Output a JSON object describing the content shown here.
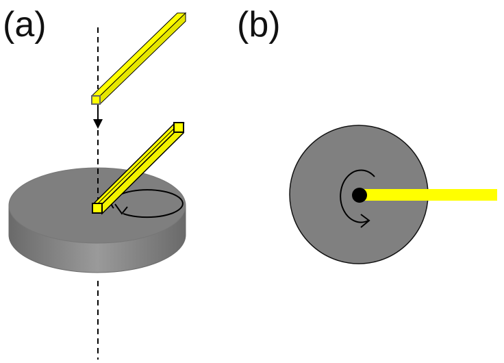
{
  "panels": {
    "a": {
      "label": "(a)"
    },
    "b": {
      "label": "(b)"
    }
  },
  "colors": {
    "disk_top": "#7f7f7f",
    "disk_side": "#8e8e8e",
    "disk_edge": "#555555",
    "rod": "#ffff00",
    "rod_outline": "#000000",
    "axis_line": "#000000",
    "background": "#ffffff"
  },
  "icons": {
    "rotation_arrow": "curved-rotation-arrow",
    "drop_arrow": "down-arrow",
    "pivot": "pivot-dot"
  }
}
